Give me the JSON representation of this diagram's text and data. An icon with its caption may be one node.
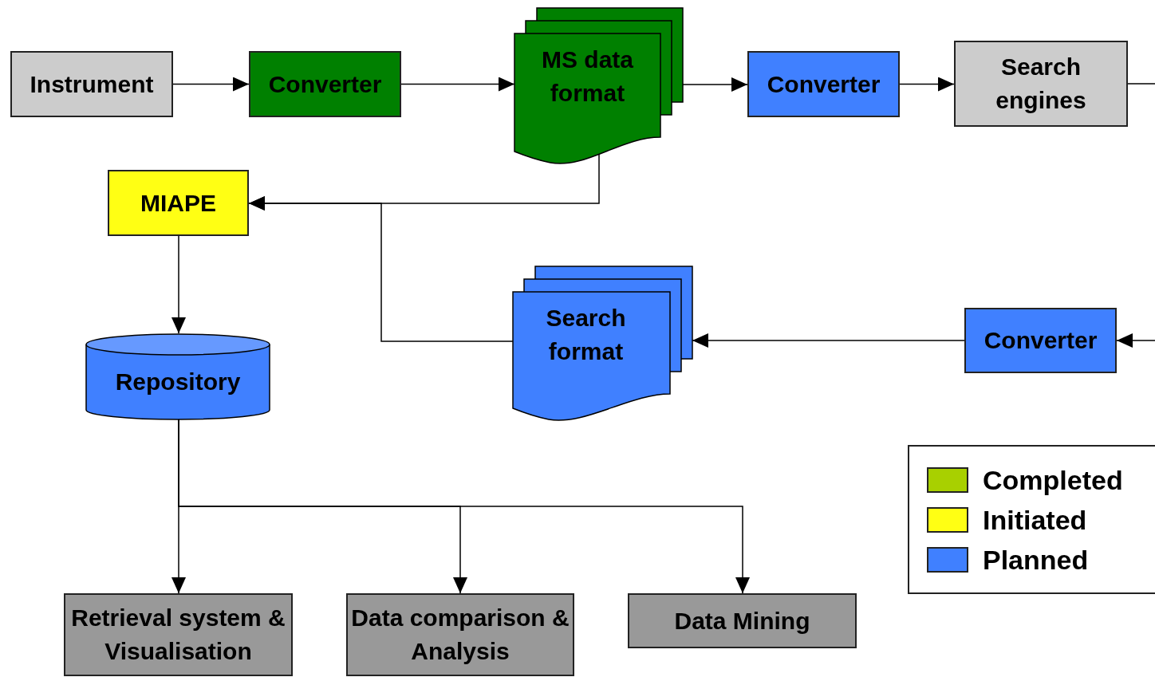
{
  "diagram": {
    "nodes": [
      {
        "text": [
          "Instrument"
        ]
      },
      {
        "text": [
          "Converter"
        ]
      },
      {
        "text": [
          "MS data format"
        ]
      },
      {
        "text": [
          "Converter"
        ]
      },
      {
        "text": [
          "Search engines"
        ]
      },
      {
        "text": [
          "MIAPE"
        ]
      },
      {
        "text": [
          "Search format"
        ]
      },
      {
        "text": [
          "Converter"
        ]
      },
      {
        "text": [
          "Repository"
        ]
      },
      {
        "text": [
          "Retrieval system & Visualisation"
        ]
      },
      {
        "text": [
          "Data comparison & Analysis"
        ]
      },
      {
        "text": [
          "Data Mining"
        ]
      }
    ],
    "edges": [
      {
        "from": 0,
        "to": 1,
        "arrow": "to"
      },
      {
        "from": 1,
        "to": 2,
        "arrow": "to"
      },
      {
        "from": 2,
        "to": 3,
        "arrow": "to"
      },
      {
        "from": 3,
        "to": 4,
        "arrow": "to"
      },
      {
        "from": 4,
        "to": null,
        "arrow": "none"
      },
      {
        "from": null,
        "to": 7,
        "arrow": "to"
      },
      {
        "from": 7,
        "to": 6,
        "arrow": "to"
      },
      {
        "from": 2,
        "to": 5,
        "arrow": "to"
      },
      {
        "from": 6,
        "to": 5,
        "arrow": "to"
      },
      {
        "from": 5,
        "to": 8,
        "arrow": "to"
      },
      {
        "from": 8,
        "to": 9,
        "arrow": "to"
      },
      {
        "from": 8,
        "to": 10,
        "arrow": "to"
      },
      {
        "from": 8,
        "to": 11,
        "arrow": "to"
      }
    ],
    "legend": [
      {
        "text": "Completed",
        "color": "#a8d000"
      },
      {
        "text": "Initiated",
        "color": "#ffff14"
      },
      {
        "text": "Planned",
        "color": "#4080ff"
      }
    ]
  }
}
